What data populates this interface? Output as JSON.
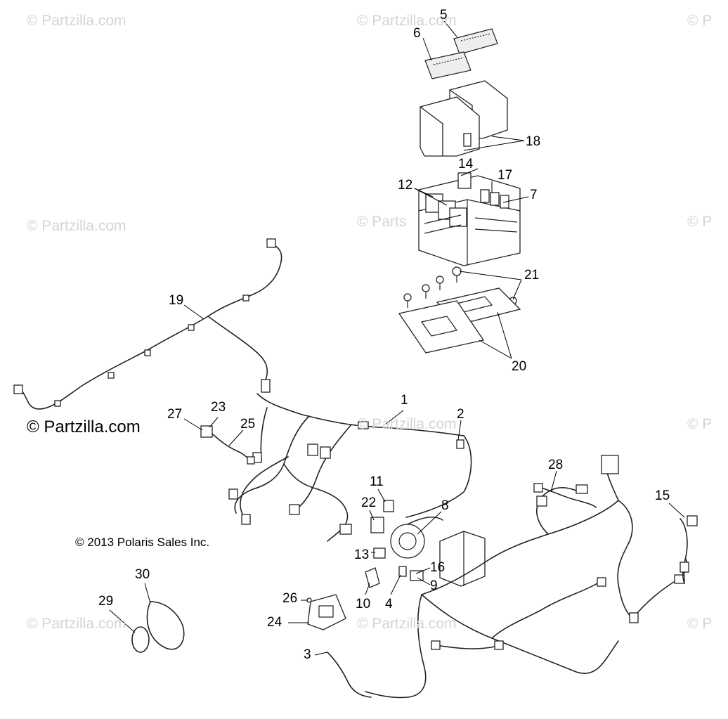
{
  "watermarks": {
    "faint": [
      "© Partzilla.com",
      "© Partzilla.com",
      "© P",
      "© Partzilla.com",
      "© Parts",
      "© P",
      "© Partzilla.com",
      "© P",
      "© Partzilla.com",
      "© Partzilla.com",
      "© P"
    ],
    "main": "© Partzilla.com"
  },
  "copyright": "© 2013 Polaris Sales Inc.",
  "callouts": [
    "5",
    "6",
    "18",
    "14",
    "17",
    "12",
    "7",
    "21",
    "20",
    "19",
    "1",
    "2",
    "27",
    "23",
    "25",
    "28",
    "15",
    "11",
    "8",
    "22",
    "13",
    "16",
    "9",
    "10",
    "4",
    "26",
    "24",
    "3",
    "30",
    "29"
  ]
}
